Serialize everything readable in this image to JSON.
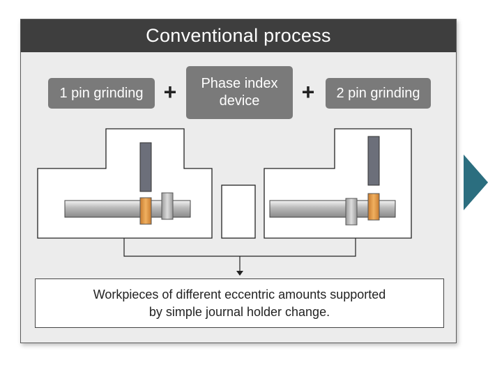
{
  "title": "Conventional process",
  "steps": [
    {
      "label": "1 pin grinding"
    },
    {
      "label_line1": "Phase index",
      "label_line2": "device"
    },
    {
      "label": "2 pin grinding"
    }
  ],
  "plus_symbol": "+",
  "note": {
    "line1": "Workpieces of different eccentric amounts supported",
    "line2": "by simple journal holder change."
  },
  "colors": {
    "title_bar": "#3e3e3e",
    "panel_bg": "#ececec",
    "pill": "#7a7a7a",
    "pin_highlight": "#e6a050",
    "next_arrow": "#2b6e7f"
  },
  "icons": {
    "next": "chevron-right-icon"
  }
}
